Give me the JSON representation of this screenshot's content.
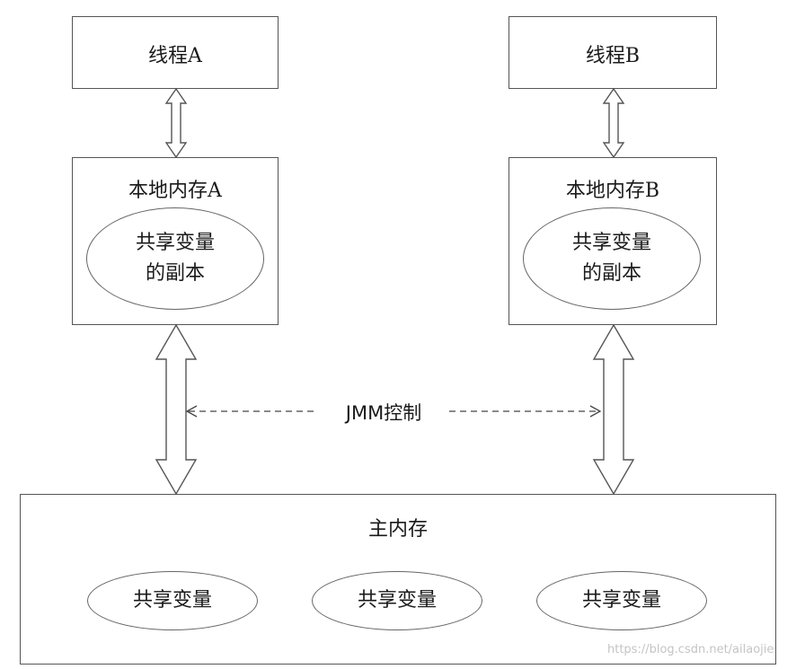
{
  "thread_a": {
    "title": "线程A"
  },
  "thread_b": {
    "title": "线程B"
  },
  "local_memory_a": {
    "title": "本地内存A",
    "copy_label": "共享变量\n的副本"
  },
  "local_memory_b": {
    "title": "本地内存B",
    "copy_label": "共享变量\n的副本"
  },
  "jmm_control": {
    "label": "JMM控制"
  },
  "main_memory": {
    "title": "主内存",
    "shared_variables": [
      "共享变量",
      "共享变量",
      "共享变量"
    ]
  },
  "watermark": "https://blog.csdn.net/ailaojie"
}
